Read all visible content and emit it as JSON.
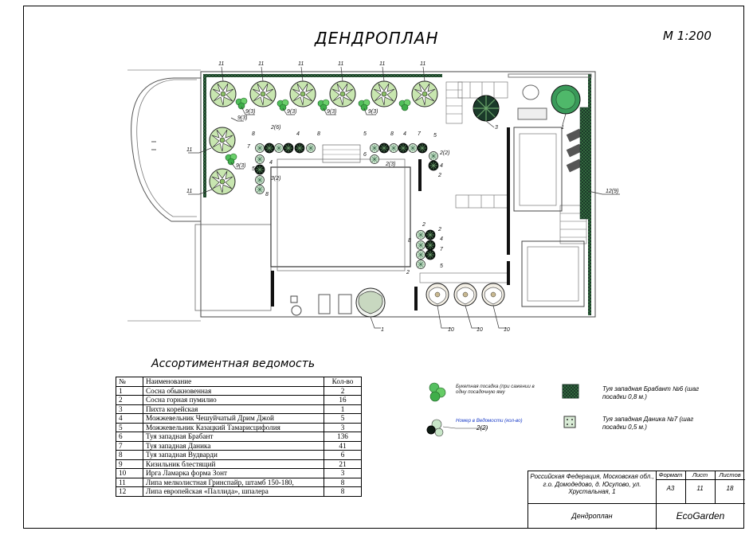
{
  "title": "ДЕНДРОПЛАН",
  "scale": "М 1:200",
  "plan_labels": {
    "l11": "11",
    "l93": "9(3)",
    "l3": "3",
    "l1": "1",
    "l26": "2(6)",
    "l4": "4",
    "l8": "8",
    "l5": "5",
    "l7": "7",
    "l6": "6",
    "l2": "2",
    "l22": "2(2)",
    "l23": "2(3)",
    "l32": "3(2)",
    "l129": "12(9)",
    "l10": "10"
  },
  "vedomost": {
    "title": "Ассортиментная ведомость",
    "headers": {
      "no": "№",
      "name": "Наименование",
      "qty": "Кол-во"
    },
    "rows": [
      {
        "no": "1",
        "name": "Сосна обыкновенная",
        "qty": "2"
      },
      {
        "no": "2",
        "name": "Сосна горная пумилио",
        "qty": "16"
      },
      {
        "no": "3",
        "name": "Пихта корейская",
        "qty": "1"
      },
      {
        "no": "4",
        "name": "Можжевельник Чешуйчатый Дрим Джой",
        "qty": "5"
      },
      {
        "no": "5",
        "name": "Можжевельник Казацкий Тамарисцифолия",
        "qty": "3"
      },
      {
        "no": "6",
        "name": "Туя западная  Брабант",
        "qty": "136"
      },
      {
        "no": "7",
        "name": "Туя западная Даника",
        "qty": "41"
      },
      {
        "no": "8",
        "name": "Туя западная Вудварди",
        "qty": "6"
      },
      {
        "no": "9",
        "name": "Кизильник блестящий",
        "qty": "21"
      },
      {
        "no": "10",
        "name": "Ирга Ламарка форма Зонт",
        "qty": "3"
      },
      {
        "no": "11",
        "name": "Липа мелколистная Гринспайр, штамб 150-180,",
        "qty": "8"
      },
      {
        "no": "12",
        "name": "Липа европейская «Паллида», шпалера",
        "qty": "8"
      }
    ]
  },
  "legend": {
    "group_planting": "Букетная посадка (при сажении в одну посадочную яму",
    "number_note": "Номер в Ведомости (кол-во)",
    "number_example": "2(2)",
    "brabant": "Туя западная Брабант №6 (шаг посадки 0,8 м.)",
    "danika": "Туя западная Даника №7 (шаг посадки 0,5 м.)"
  },
  "stamp": {
    "address": "Российская Федерация, Московская обл., г.о. Домодедово, д. Юсупово, ул. Хрустальная, 1",
    "format_label": "Формат",
    "sheet_label": "Лист",
    "sheets_label": "Листов",
    "format_value": "А3",
    "sheet_value": "11",
    "sheets_value": "18",
    "plan_name": "Дендроплан",
    "brand": "EcoGarden"
  },
  "colors": {
    "tree_green": "#bfe0a6",
    "shrub_green": "#5fbf5f",
    "hedge_dark": "#1d3a2a",
    "hedge_green": "#3aa548",
    "blue": "#1a3cc8"
  }
}
